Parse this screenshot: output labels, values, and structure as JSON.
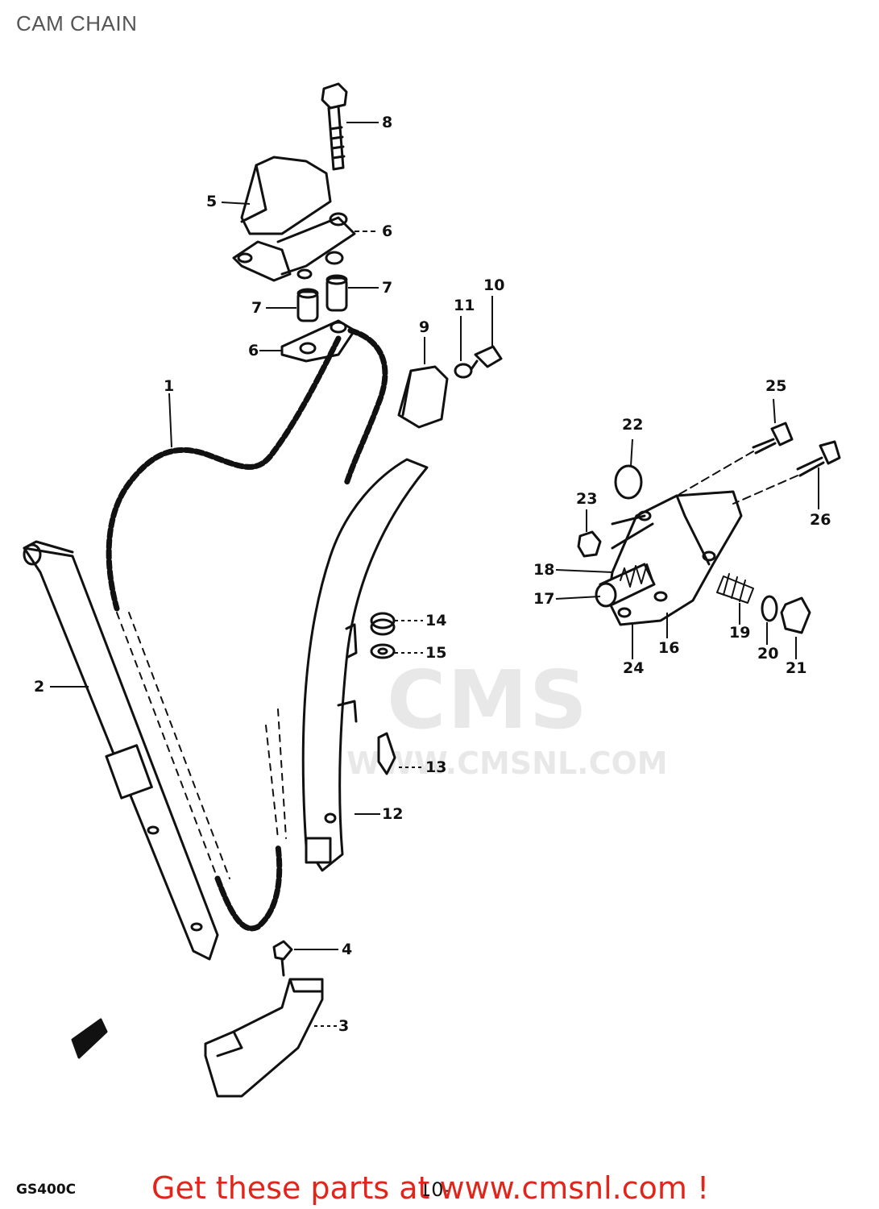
{
  "title": "CAM CHAIN",
  "model_code": "GS400C",
  "footer_text": "Get these parts at www.cmsnl.com !",
  "page_marker": "10-",
  "watermark": {
    "logo_text": "CMS",
    "url_text": "WWW.CMSNL.COM"
  },
  "callouts": [
    {
      "id": "1",
      "label": "1"
    },
    {
      "id": "2",
      "label": "2"
    },
    {
      "id": "3",
      "label": "3"
    },
    {
      "id": "4",
      "label": "4"
    },
    {
      "id": "5",
      "label": "5"
    },
    {
      "id": "6a",
      "label": "6"
    },
    {
      "id": "6b",
      "label": "6"
    },
    {
      "id": "7a",
      "label": "7"
    },
    {
      "id": "7b",
      "label": "7"
    },
    {
      "id": "8",
      "label": "8"
    },
    {
      "id": "9",
      "label": "9"
    },
    {
      "id": "10",
      "label": "10"
    },
    {
      "id": "11",
      "label": "11"
    },
    {
      "id": "12",
      "label": "12"
    },
    {
      "id": "13",
      "label": "13"
    },
    {
      "id": "14",
      "label": "14"
    },
    {
      "id": "15",
      "label": "15"
    },
    {
      "id": "16",
      "label": "16"
    },
    {
      "id": "17",
      "label": "17"
    },
    {
      "id": "18",
      "label": "18"
    },
    {
      "id": "19",
      "label": "19"
    },
    {
      "id": "20",
      "label": "20"
    },
    {
      "id": "21",
      "label": "21"
    },
    {
      "id": "22",
      "label": "22"
    },
    {
      "id": "23",
      "label": "23"
    },
    {
      "id": "24",
      "label": "24"
    },
    {
      "id": "25",
      "label": "25"
    },
    {
      "id": "26",
      "label": "26"
    }
  ]
}
